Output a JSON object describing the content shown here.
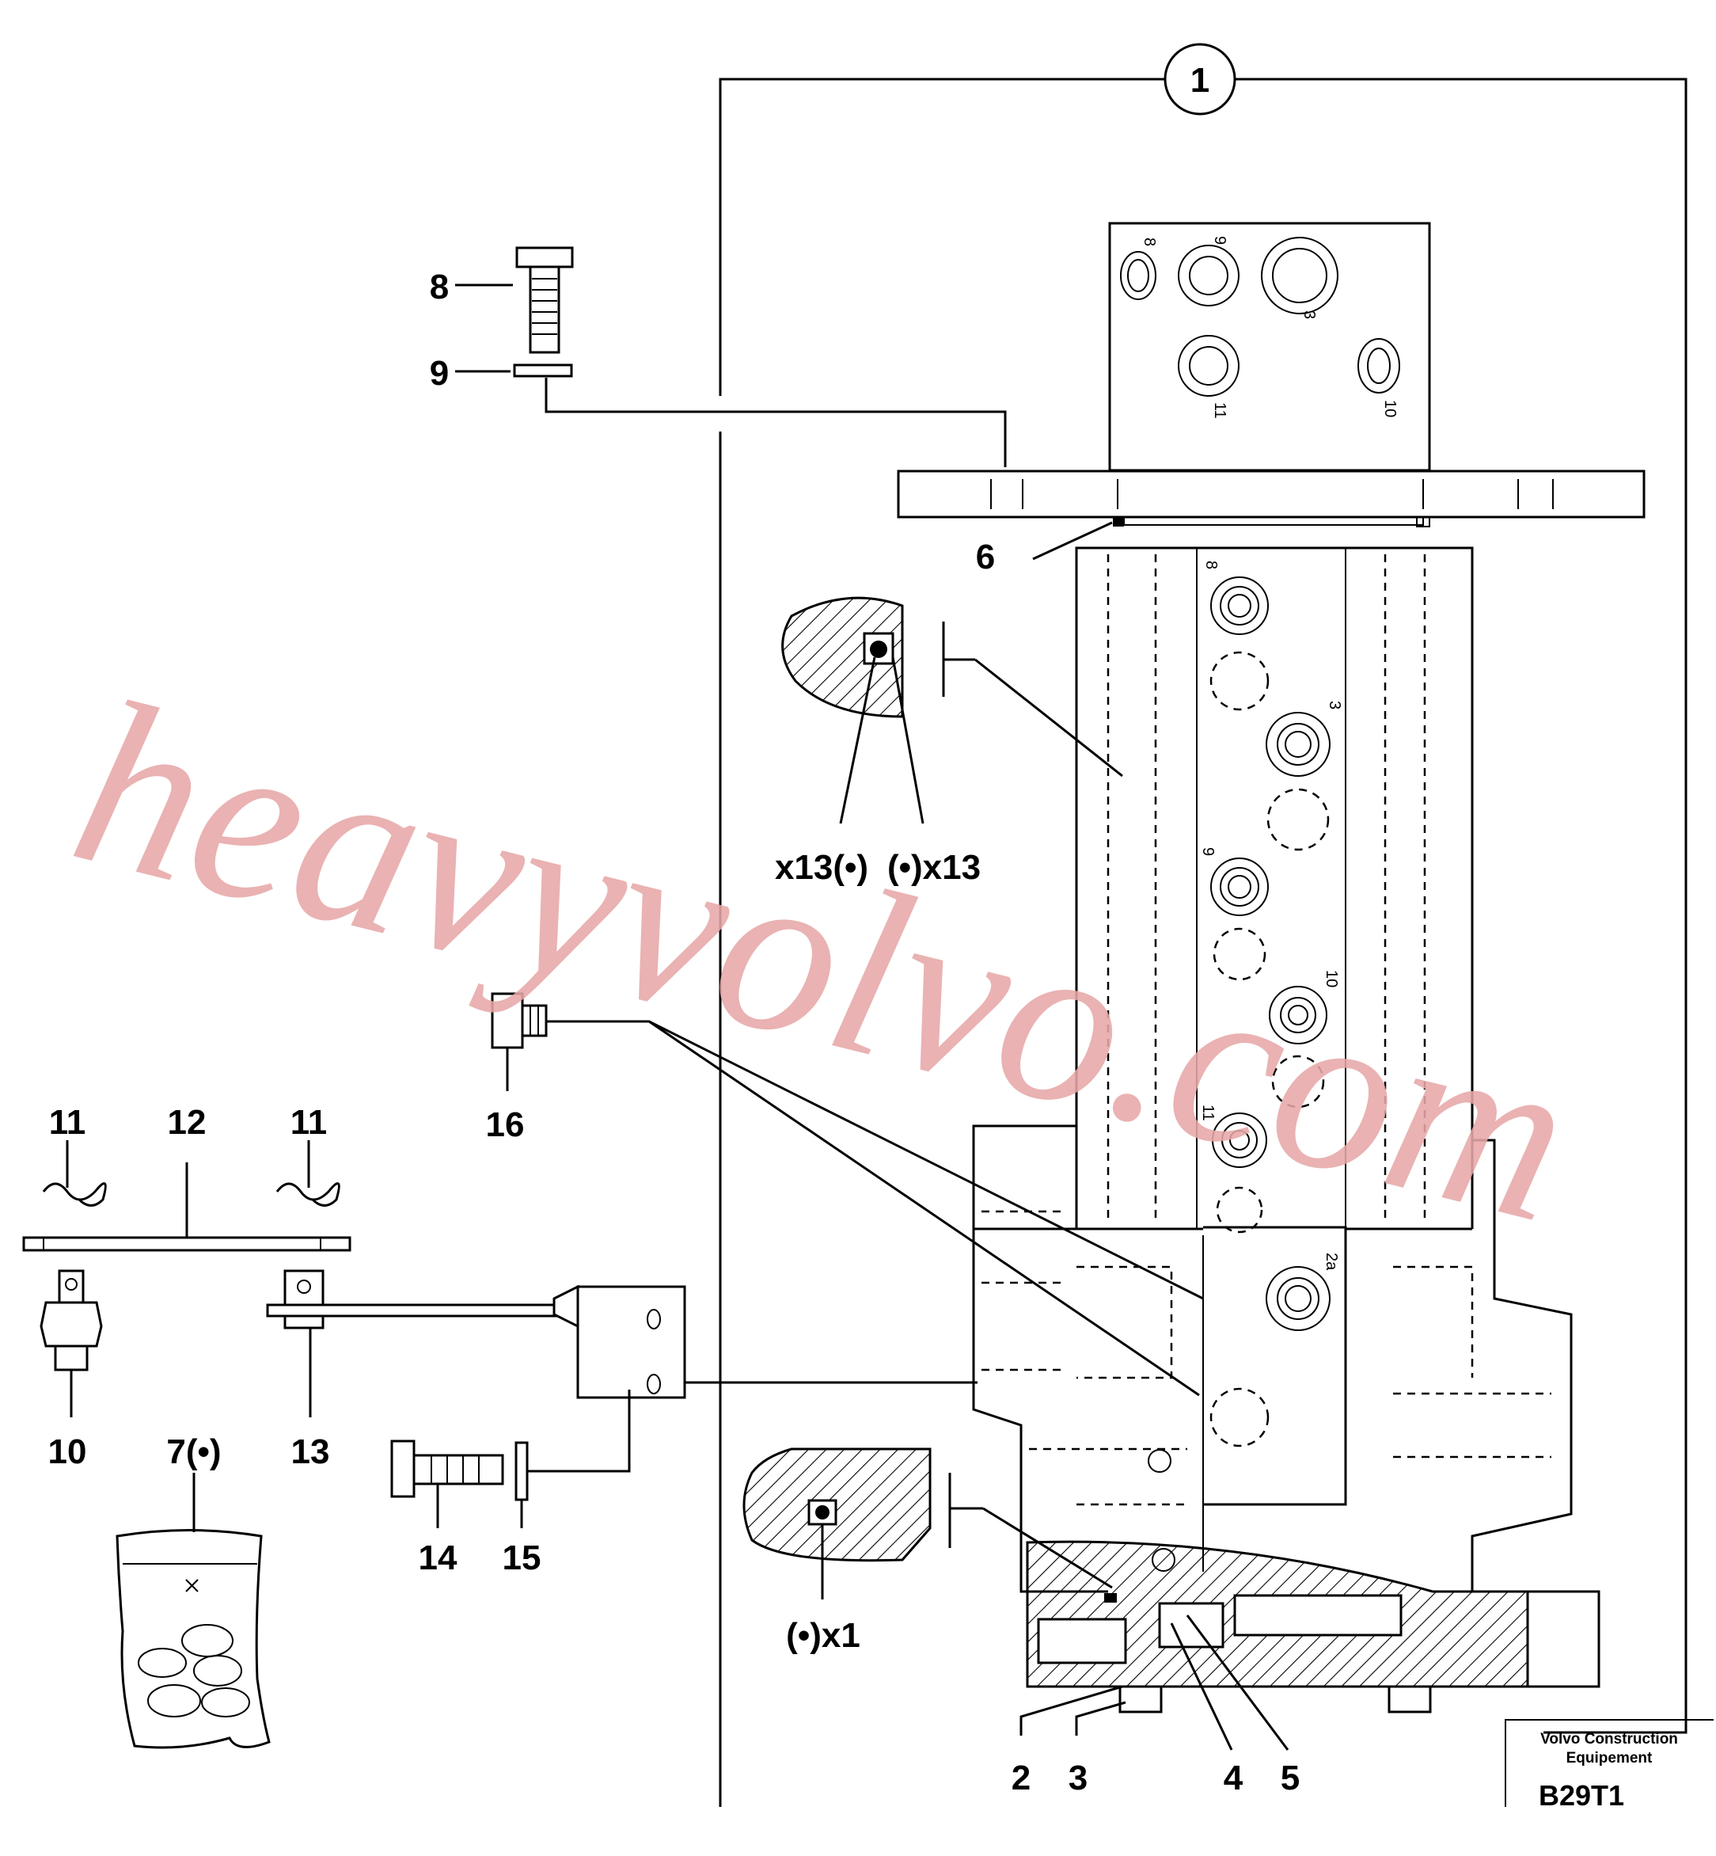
{
  "assembly_callout": "1",
  "callouts": {
    "c2": "2",
    "c3": "3",
    "c4": "4",
    "c5": "5",
    "c6": "6",
    "c7": "7(•)",
    "c8": "8",
    "c9": "9",
    "c10": "10",
    "c11a": "11",
    "c11b": "11",
    "c12": "12",
    "c13": "13",
    "c14": "14",
    "c15": "15",
    "c16": "16"
  },
  "seal_notes": {
    "upper_left": "x13(•)",
    "upper_right": "(•)x13",
    "lower": "(•)x1"
  },
  "port_marks": {
    "top": [
      "8",
      "9",
      "3",
      "11",
      "10"
    ],
    "body": [
      "8",
      "3",
      "9",
      "10",
      "11",
      "2a"
    ]
  },
  "title_block": {
    "company_line1": "Volvo Construction",
    "company_line2": "Equipement",
    "drawing_code": "B29T1"
  },
  "watermark": "heavyvolvo.com",
  "colors": {
    "line": "#000000",
    "watermark": "#e8a8a8",
    "background": "#ffffff"
  }
}
